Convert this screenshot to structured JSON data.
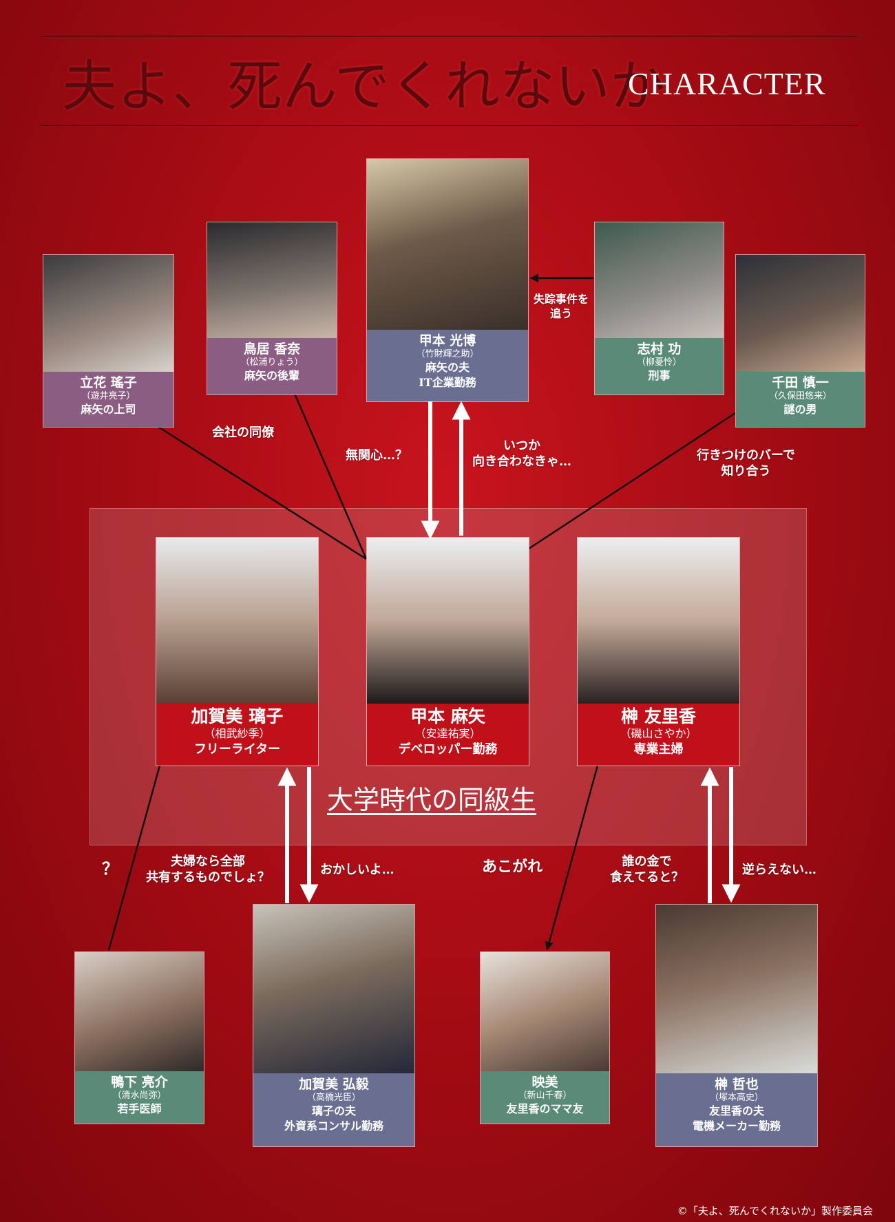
{
  "header": {
    "title_jp": "夫よ、死んでくれないか",
    "title_en": "CHARACTER"
  },
  "group_label": "大学時代の同級生",
  "colors": {
    "caption_purple": "#8c5d82",
    "caption_slate": "#6a6f92",
    "caption_green": "#5a8a78",
    "caption_red": "#c0101a",
    "line": "#111111",
    "arrow": "#ffffff"
  },
  "characters": {
    "tachibana": {
      "name": "立花 瑤子",
      "actor": "（遊井亮子）",
      "role": "麻矢の上司"
    },
    "torii": {
      "name": "鳥居 香奈",
      "actor": "（松浦りょう）",
      "role": "麻矢の後輩"
    },
    "kohmoto_mitsuhiro": {
      "name": "甲本 光博",
      "actor": "（竹財輝之助）",
      "role": "麻矢の夫",
      "role2": "IT企業勤務"
    },
    "shimura": {
      "name": "志村 功",
      "actor": "（柳憂怜）",
      "role": "刑事"
    },
    "senda": {
      "name": "千田 慎一",
      "actor": "（久保田悠来）",
      "role": "謎の男"
    },
    "kagami_ruiko": {
      "name": "加賀美 璃子",
      "actor": "（相武紗季）",
      "role": "フリーライター"
    },
    "kohmoto_maya": {
      "name": "甲本 麻矢",
      "actor": "（安達祐実）",
      "role": "デベロッパー勤務"
    },
    "sakaki_yurika": {
      "name": "榊 友里香",
      "actor": "（磯山さやか）",
      "role": "専業主婦"
    },
    "kamoshita": {
      "name": "鴨下 亮介",
      "actor": "（清水尚弥）",
      "role": "若手医師"
    },
    "kagami_hiroki": {
      "name": "加賀美 弘毅",
      "actor": "（高橋光臣）",
      "role": "璃子の夫",
      "role2": "外資系コンサル勤務"
    },
    "emi": {
      "name": "映美",
      "actor": "（新山千春）",
      "role": "友里香のママ友"
    },
    "sakaki_tetsuya": {
      "name": "榊 哲也",
      "actor": "（塚本高史）",
      "role": "友里香の夫",
      "role2": "電機メーカー勤務"
    }
  },
  "relations": {
    "company": "会社の同僚",
    "mukanshin": "無関心…？",
    "itsuka_1": "いつか",
    "itsuka_2": "向き合わなきゃ…",
    "shissou_1": "失踪事件を",
    "shissou_2": "追う",
    "bar_1": "行きつけのバーで",
    "bar_2": "知り合う",
    "question": "？",
    "fuufu_1": "夫婦なら全部",
    "fuufu_2": "共有するものでしょ？",
    "okashii": "おかしいよ…",
    "akogare": "あこがれ",
    "dare_1": "誰の金で",
    "dare_2": "食えてると？",
    "sakaraenai": "逆らえない…"
  },
  "copyright": "©「夫よ、死んでくれないか」製作委員会"
}
